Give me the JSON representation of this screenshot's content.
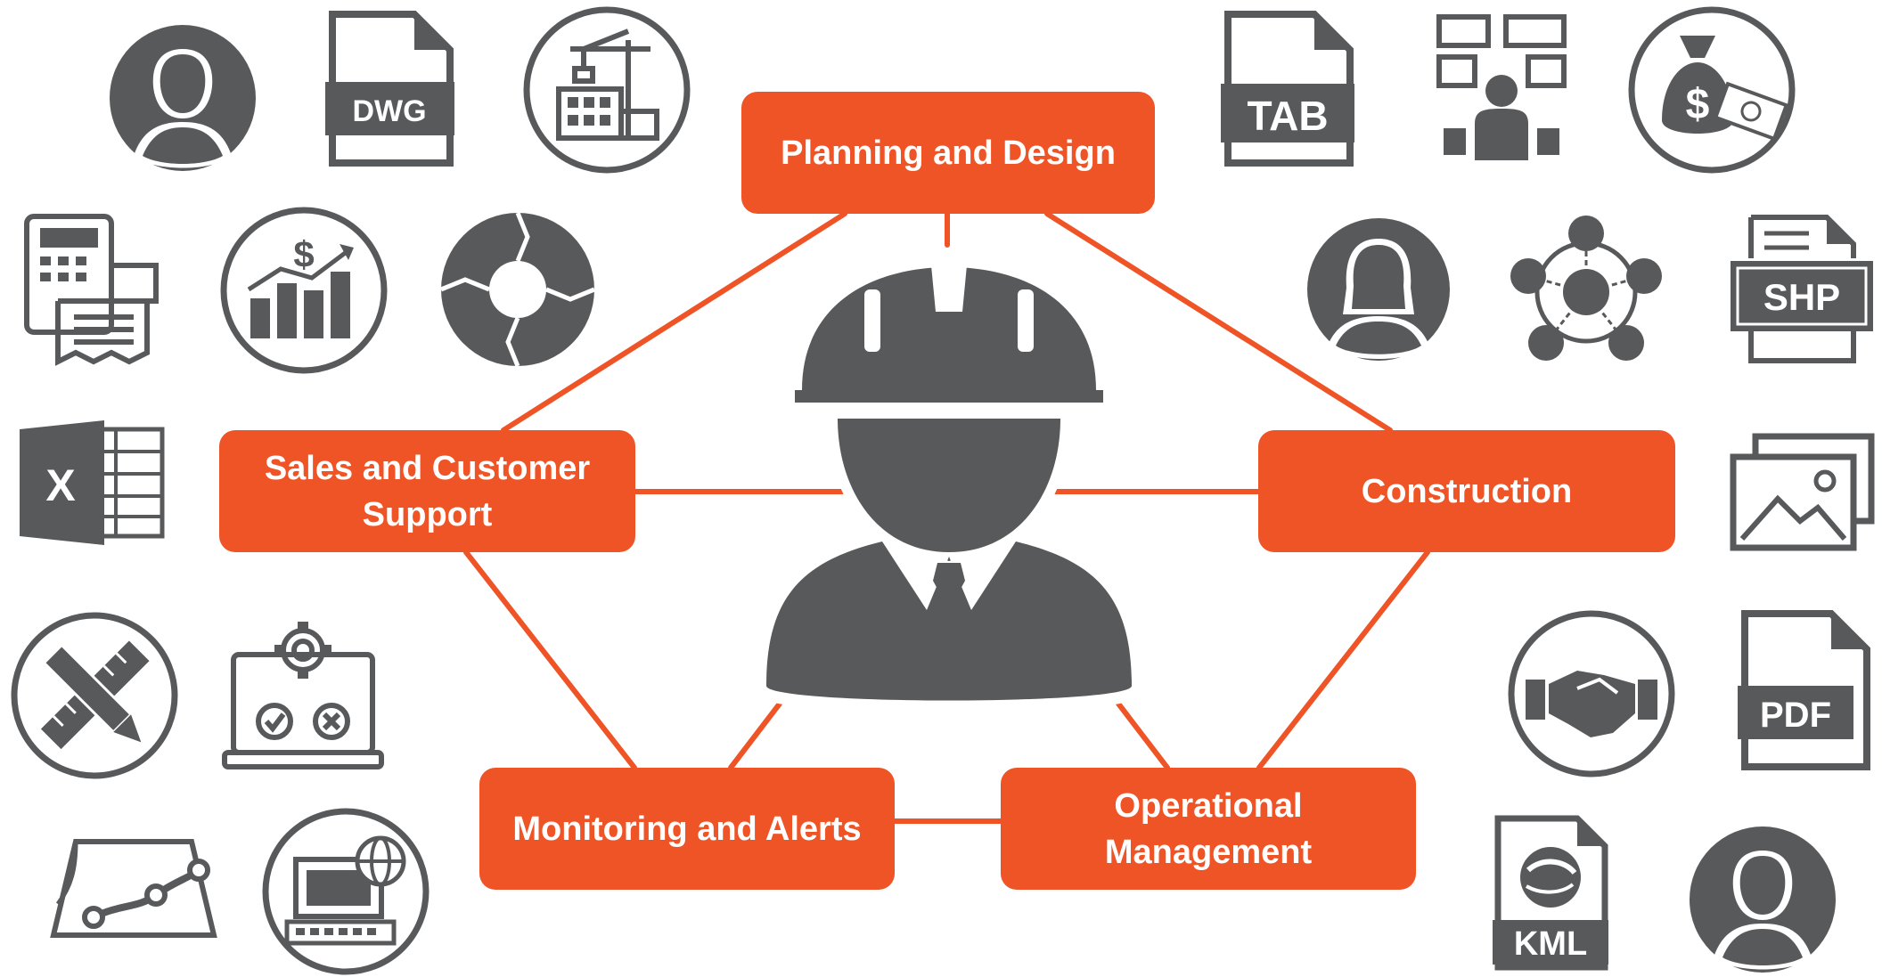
{
  "colors": {
    "accent": "#ef5426",
    "icon": "#58595b",
    "white": "#ffffff"
  },
  "stages": {
    "planning": "Planning and Design",
    "sales": "Sales and Customer Support",
    "construction": "Construction",
    "monitoring": "Monitoring and Alerts",
    "operational": "Operational Management"
  },
  "icon_labels": {
    "dwg": "DWG",
    "tab": "TAB",
    "shp": "SHP",
    "pdf": "PDF",
    "kml": "KML",
    "excel": "X"
  },
  "icons": [
    "person-icon",
    "dwg-file-icon",
    "construction-crane-icon",
    "tab-file-icon",
    "meeting-icon",
    "money-bag-icon",
    "calculator-receipt-icon",
    "revenue-growth-icon",
    "cycle-icon",
    "woman-icon",
    "network-icon",
    "shp-file-icon",
    "excel-icon",
    "image-gallery-icon",
    "ruler-pencil-icon",
    "laptop-settings-icon",
    "handshake-icon",
    "pdf-file-icon",
    "route-map-icon",
    "laptop-globe-icon",
    "kml-file-icon",
    "person-icon"
  ]
}
